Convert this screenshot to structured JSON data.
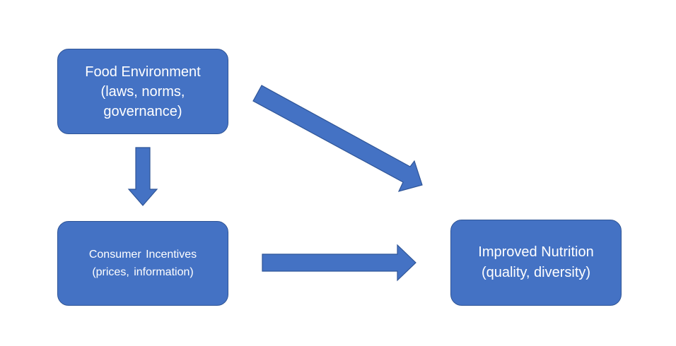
{
  "diagram": {
    "colors": {
      "fill": "#4472c4",
      "stroke": "#2f5597",
      "text": "#ffffff",
      "background": "#ffffff"
    },
    "nodes": {
      "food_environment": {
        "lines": [
          "Food Environment",
          "(laws, norms,",
          "governance)"
        ]
      },
      "consumer_incentives": {
        "lines": [
          "Consumer Incentives",
          "(prices, information)"
        ]
      },
      "improved_nutrition": {
        "lines": [
          "Improved Nutrition",
          "(quality, diversity)"
        ]
      }
    },
    "edges": [
      {
        "from": "food_environment",
        "to": "consumer_incentives"
      },
      {
        "from": "food_environment",
        "to": "improved_nutrition"
      },
      {
        "from": "consumer_incentives",
        "to": "improved_nutrition"
      }
    ]
  }
}
